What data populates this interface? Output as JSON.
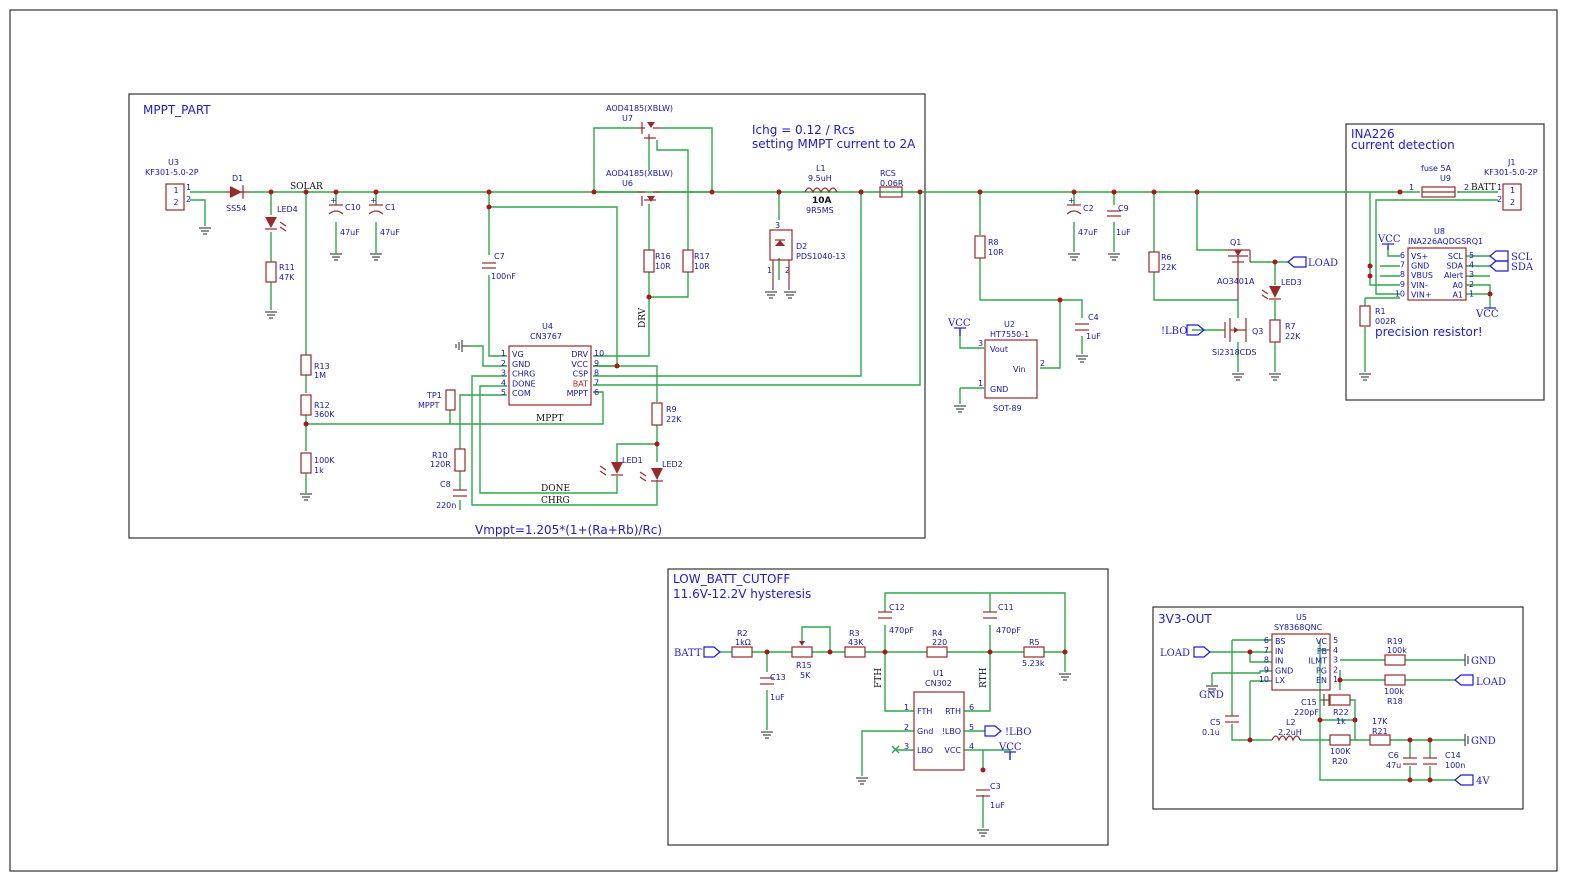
{
  "sections": {
    "mppt": "MPPT_PART",
    "ina": "INA226",
    "ina_sub": "current detection",
    "lowbatt": "LOW_BATT_CUTOFF",
    "lowbatt_sub": "11.6V-12.2V hysteresis",
    "out": "3V3-OUT"
  },
  "notes": {
    "ichg": "Ichg = 0.12 / Rcs",
    "ichg2": "setting MMPT current to 2A",
    "vmppt": "Vmppt=1.205*(1+(Ra+Rb)/Rc)",
    "precision": "precision resistor!"
  },
  "nets": {
    "solar": "SOLAR",
    "drv": "DRV",
    "mppt": "MPPT",
    "done": "DONE",
    "chrg": "CHRG",
    "batt": "BATT",
    "load": "LOAD",
    "lbo": "!LBO",
    "vcc": "VCC",
    "scl": "SCL",
    "sda": "SDA",
    "fth": "FTH",
    "rth": "RTH",
    "gnd": "GND",
    "v4": "4V"
  },
  "parts": {
    "U3": {
      "ref": "U3",
      "val": "KF301-5.0-2P"
    },
    "D1": {
      "ref": "D1",
      "val": "SS54"
    },
    "LED4": {
      "ref": "LED4"
    },
    "R11": {
      "ref": "R11",
      "val": "47K"
    },
    "C10": {
      "ref": "C10",
      "val": "47uF"
    },
    "C1": {
      "ref": "C1",
      "val": "47uF"
    },
    "R13": {
      "ref": "R13",
      "val": "1M"
    },
    "R12": {
      "ref": "R12",
      "val": "360K"
    },
    "R100k": {
      "ref": "100K",
      "val": "1k"
    },
    "C7": {
      "ref": "C7",
      "val": "100nF"
    },
    "U4": {
      "ref": "U4",
      "val": "CN3767"
    },
    "TP1": {
      "ref": "TP1",
      "val": "MPPT"
    },
    "R10": {
      "ref": "R10",
      "val": "120R"
    },
    "C8": {
      "ref": "C8",
      "val": "220n"
    },
    "U7": {
      "ref": "U7",
      "val": "AOD4185(XBLW)"
    },
    "U6": {
      "ref": "U6",
      "val": "AOD4185(XBLW)"
    },
    "R16": {
      "ref": "R16",
      "val": "10R"
    },
    "R17": {
      "ref": "R17",
      "val": "10R"
    },
    "R9": {
      "ref": "R9",
      "val": "22K"
    },
    "LED1": {
      "ref": "LED1"
    },
    "LED2": {
      "ref": "LED2"
    },
    "L1": {
      "ref": "L1",
      "val": "9.5uH",
      "cur": "10A",
      "pn": "9R5MS"
    },
    "D2": {
      "ref": "D2",
      "val": "PDS1040-13"
    },
    "RCS": {
      "ref": "RCS",
      "val": "0.06R"
    },
    "R8": {
      "ref": "R8",
      "val": "10R"
    },
    "U2": {
      "ref": "U2",
      "val": "HT7550-1",
      "pkg": "SOT-89"
    },
    "C4": {
      "ref": "C4",
      "val": "1uF"
    },
    "C2": {
      "ref": "C2",
      "val": "47uF"
    },
    "C9": {
      "ref": "C9",
      "val": "1uF"
    },
    "R6": {
      "ref": "R6",
      "val": "22K"
    },
    "Q1": {
      "ref": "Q1",
      "val": "AO3401A"
    },
    "Q3": {
      "ref": "Q3",
      "val": "Si2318CDS"
    },
    "LED3": {
      "ref": "LED3"
    },
    "R7": {
      "ref": "R7",
      "val": "22K"
    },
    "U9": {
      "ref": "U9",
      "val": "fuse 5A"
    },
    "J1": {
      "ref": "J1",
      "val": "KF301-5.0-2P"
    },
    "U8": {
      "ref": "U8",
      "val": "INA226AQDGSRQ1"
    },
    "R1": {
      "ref": "R1",
      "val": "002R"
    },
    "R2": {
      "ref": "R2",
      "val": "1kΩ"
    },
    "C13": {
      "ref": "C13",
      "val": "1uF"
    },
    "R15": {
      "ref": "R15",
      "val": "5K"
    },
    "R3": {
      "ref": "R3",
      "val": "43K"
    },
    "C12": {
      "ref": "C12",
      "val": "470pF"
    },
    "R4": {
      "ref": "R4",
      "val": "220"
    },
    "C11": {
      "ref": "C11",
      "val": "470pF"
    },
    "R5": {
      "ref": "R5",
      "val": "5.23k"
    },
    "U1": {
      "ref": "U1",
      "val": "CN302"
    },
    "C3": {
      "ref": "C3",
      "val": "1uF"
    },
    "U5": {
      "ref": "U5",
      "val": "SY8368QNC"
    },
    "R19": {
      "ref": "R19",
      "val": "100k"
    },
    "R18": {
      "ref": "R18",
      "val": "100k"
    },
    "C15": {
      "ref": "C15",
      "val": "220pF"
    },
    "R22": {
      "ref": "R22",
      "val": "1k"
    },
    "L2": {
      "ref": "L2",
      "val": "2.2uH"
    },
    "R20": {
      "ref": "R20",
      "val": "100K"
    },
    "R21": {
      "ref": "R21",
      "val": "17K"
    },
    "C5": {
      "ref": "C5",
      "val": "0.1u"
    },
    "C6": {
      "ref": "C6",
      "val": "47u"
    },
    "C14": {
      "ref": "C14",
      "val": "100n"
    }
  },
  "pins": {
    "U4": {
      "l": [
        "VG",
        "GND",
        "CHRG",
        "DONE",
        "COM"
      ],
      "ln": [
        "1",
        "2",
        "3",
        "4",
        "5"
      ],
      "r": [
        "DRV",
        "VCC",
        "CSP",
        "BAT",
        "MPPT"
      ],
      "rn": [
        "10",
        "9",
        "8",
        "7",
        "6"
      ]
    },
    "U8": {
      "l": [
        "VS+",
        "GND",
        "VBUS",
        "VIN-",
        "VIN+"
      ],
      "ln": [
        "6",
        "7",
        "8",
        "9",
        "10"
      ],
      "r": [
        "SCL",
        "SDA",
        "Alert",
        "A0",
        "A1"
      ],
      "rn": [
        "5",
        "4",
        "3",
        "2",
        "1"
      ]
    },
    "U5": {
      "l": [
        "BS",
        "IN",
        "IN",
        "GND",
        "LX"
      ],
      "ln": [
        "6",
        "7",
        "8",
        "9",
        "10"
      ],
      "r": [
        "VC",
        "FB",
        "ILMT",
        "PG",
        "EN"
      ],
      "rn": [
        "5",
        "4",
        "3",
        "2",
        "1"
      ]
    },
    "U1": {
      "l": [
        "FTH",
        "Gnd",
        "LBO"
      ],
      "ln": [
        "1",
        "2",
        "3"
      ],
      "r": [
        "RTH",
        "!LBO",
        "VCC"
      ],
      "rn": [
        "6",
        "5",
        "4"
      ]
    },
    "U2": {
      "l": [
        "Vout",
        "GND"
      ],
      "ln": [
        "3",
        "1"
      ],
      "r": [
        "Vin"
      ],
      "rn": [
        "2"
      ]
    }
  }
}
